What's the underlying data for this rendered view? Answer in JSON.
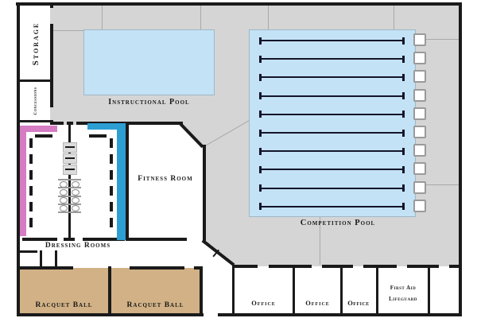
{
  "rooms": {
    "storage": {
      "label": "Storage"
    },
    "concessions": {
      "label": "Concessions"
    },
    "fitness": {
      "label": "Fitness Room"
    },
    "dressing": {
      "label": "Dressing Rooms"
    },
    "racquet_left": {
      "label": "Racquet Ball"
    },
    "racquet_right": {
      "label": "Racquet Ball"
    },
    "offices": [
      {
        "label": "Office"
      },
      {
        "label": "Office"
      },
      {
        "label": "Office"
      },
      {
        "label": "First Aid",
        "label2": "Lifeguard"
      },
      {
        "label": ""
      }
    ]
  },
  "pools": {
    "instructional": {
      "label": "Instructional Pool"
    },
    "competition": {
      "label": "Competition Pool",
      "lanes": 10,
      "starting_blocks": 10
    }
  },
  "fixtures": {
    "showers": 3,
    "sink_rows": 4
  },
  "colors": {
    "deck": "#d5d5d5",
    "pool": "#c3e2f5",
    "pool_border": "#9fb8c6",
    "wall": "#1a1a1a",
    "lane": "#14142a",
    "racquet": "#d1b185",
    "locker_pink": "#d57cc3",
    "locker_blue": "#2d9fd3"
  }
}
